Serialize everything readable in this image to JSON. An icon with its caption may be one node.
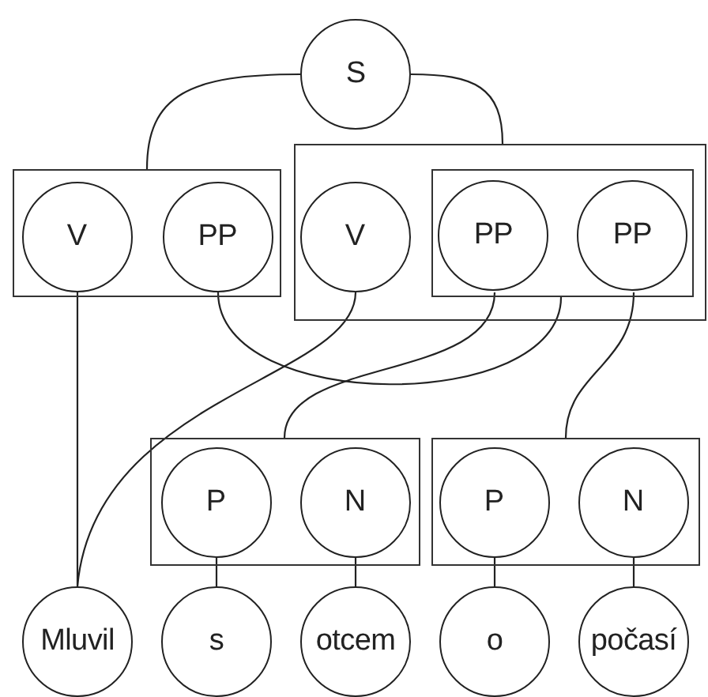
{
  "diagram": {
    "nodes": [
      {
        "text": [
          "S"
        ]
      },
      {
        "text": [],
        "shape": "box"
      },
      {
        "text": [
          "V"
        ],
        "in": 1
      },
      {
        "text": [
          "PP"
        ],
        "in": 1
      },
      {
        "text": [],
        "shape": "box"
      },
      {
        "text": [
          "V"
        ],
        "in": 4
      },
      {
        "text": [],
        "shape": "box",
        "in": 4
      },
      {
        "text": [
          "PP"
        ],
        "in": 6
      },
      {
        "text": [
          "PP"
        ],
        "in": 6
      },
      {
        "text": [],
        "shape": "box"
      },
      {
        "text": [
          "P"
        ],
        "in": 9
      },
      {
        "text": [
          "N"
        ],
        "in": 9
      },
      {
        "text": [],
        "shape": "box"
      },
      {
        "text": [
          "P"
        ],
        "in": 12
      },
      {
        "text": [
          "N"
        ],
        "in": 12
      },
      {
        "text": [
          "Mluvil"
        ]
      },
      {
        "text": [
          "s"
        ]
      },
      {
        "text": [
          "otcem"
        ]
      },
      {
        "text": [
          "o"
        ]
      },
      {
        "text": [
          "počasí"
        ]
      }
    ],
    "edges": [
      {
        "from": 0,
        "to": 1,
        "arrow": "none"
      },
      {
        "from": 0,
        "to": 4,
        "arrow": "none"
      },
      {
        "from": 2,
        "to": 15,
        "arrow": "none"
      },
      {
        "from": 3,
        "to": 6,
        "arrow": "none"
      },
      {
        "from": 5,
        "to": 15,
        "arrow": "none"
      },
      {
        "from": 7,
        "to": 9,
        "arrow": "none"
      },
      {
        "from": 8,
        "to": 12,
        "arrow": "none"
      },
      {
        "from": 10,
        "to": 16,
        "arrow": "none"
      },
      {
        "from": 11,
        "to": 17,
        "arrow": "none"
      },
      {
        "from": 13,
        "to": 18,
        "arrow": "none"
      },
      {
        "from": 14,
        "to": 19,
        "arrow": "none"
      }
    ]
  }
}
